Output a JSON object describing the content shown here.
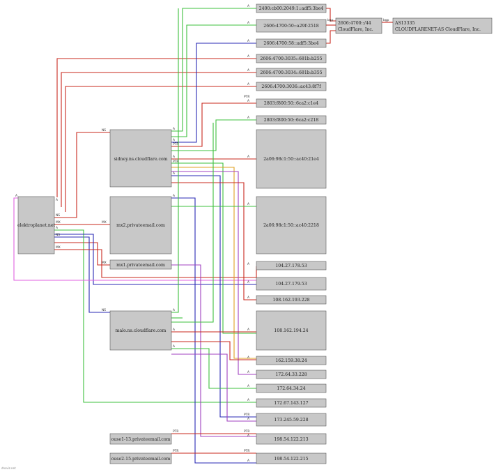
{
  "colors": {
    "red": "#c8281e",
    "green": "#3cc03c",
    "blue": "#2828b4",
    "purple": "#a040c0",
    "orange": "#e0a020",
    "magenta": "#e060e0",
    "node_fill": "#c8c8c8"
  },
  "nodes": {
    "root": "elektroplanet.net",
    "ns1": "sidney.ns.cloudflare.com",
    "mx2": "mx2.privateemail.com",
    "mx1": "mx1.privateemail.com",
    "ns2": "malo.ns.cloudflare.com",
    "ptr1": "ouse1-13.privateemail.com",
    "ptr2": "ouse2-15.privateemail.com",
    "v6a": "2400:cb00:2049:1::adf5:3be4",
    "v6b": "2606:4700:50::a29f:2518",
    "v6c": "2606:4700:58::adf5:3be4",
    "v6d": "2606:4700:3035::681b:b255",
    "v6e": "2606:4700:3034::681b:b355",
    "v6f": "2606:4700:3036::ac43:8f7f",
    "v6g": "2803:f800:50::6ca2:c1e4",
    "v6h": "2803:f800:50::6ca2:c218",
    "v6i": "2a06:98c1:50::ac40:21e4",
    "v6j": "2a06:98c1:50::ac40:2218",
    "ip1": "104.27.178.53",
    "ip2": "104.27.179.53",
    "ip3": "108.162.193.228",
    "ip4": "108.162.194.24",
    "ip5": "162.159.38.24",
    "ip6": "172.64.33.228",
    "ip7": "172.64.34.24",
    "ip8": "172.67.143.127",
    "ip9": "173.245.59.228",
    "ip10": "198.54.122.213",
    "ip11": "198.54.122.215",
    "prefix": "2606:4700::/44",
    "prefix_org": "CloudFlare, Inc.",
    "asn": "AS13335",
    "asn_org": "CLOUDFLARENET-AS CloudFlare, Inc."
  },
  "edge_labels": {
    "a": "A",
    "ns": "NS",
    "mx": "MX",
    "ptr": "PTR",
    "bgp": "bgp"
  },
  "footer": "dnsviz.net"
}
